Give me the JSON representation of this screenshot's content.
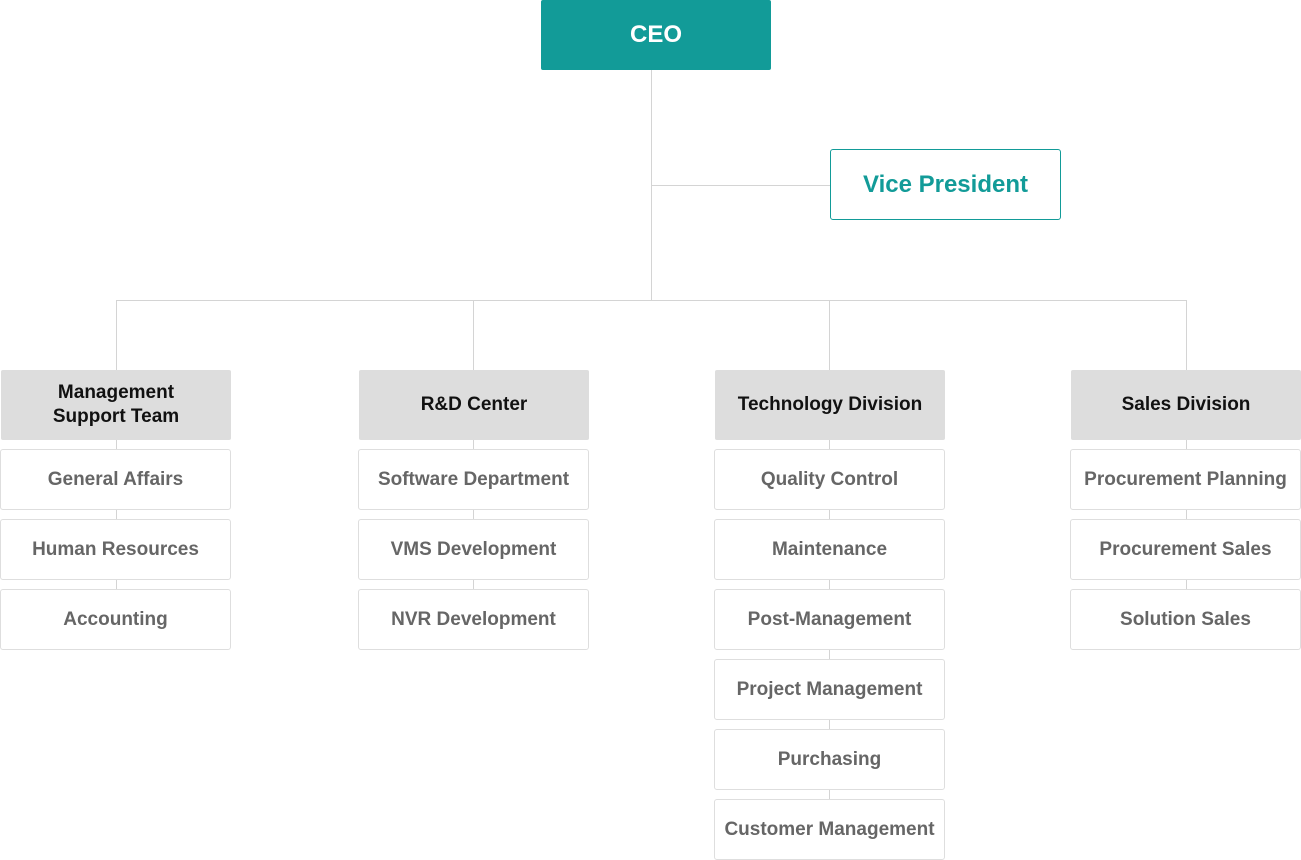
{
  "chart": {
    "ceo": "CEO",
    "vice_president": "Vice President",
    "divisions": [
      {
        "name": "Management\nSupport Team",
        "teams": [
          "General Affairs",
          "Human Resources",
          "Accounting"
        ]
      },
      {
        "name": "R&D Center",
        "teams": [
          "Software Department",
          "VMS Development",
          "NVR Development"
        ]
      },
      {
        "name": "Technology Division",
        "teams": [
          "Quality Control",
          "Maintenance",
          "Post-Management",
          "Project Management",
          "Purchasing",
          "Customer Management"
        ]
      },
      {
        "name": "Sales Division",
        "teams": [
          "Procurement Planning",
          "Procurement Sales",
          "Solution Sales"
        ]
      }
    ]
  },
  "colors": {
    "accent": "#129b98",
    "division_bg": "#dddddd",
    "team_text": "#666666",
    "connector": "#d4d4d4"
  }
}
